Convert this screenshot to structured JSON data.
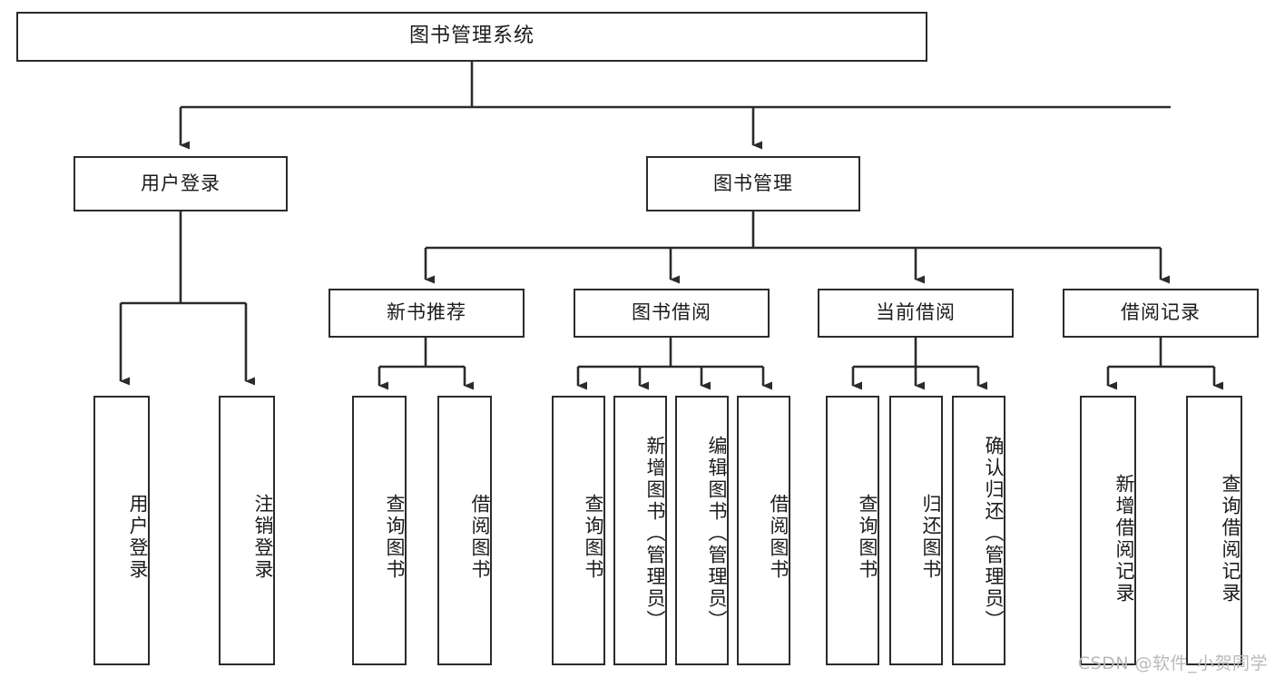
{
  "diagram": {
    "title": "图书管理系统",
    "type": "tree-hierarchy",
    "watermark": "CSDN @软件_小贺同学",
    "colors": {
      "stroke": "#2b2b2b",
      "fill": "#ffffff",
      "text": "#1b1b1b",
      "watermark": "#b9b9b9"
    },
    "levels": {
      "root": {
        "label": "图书管理系统"
      },
      "level2": [
        {
          "id": "user-login",
          "label": "用户登录"
        },
        {
          "id": "book-manage",
          "label": "图书管理"
        }
      ],
      "level3": [
        {
          "id": "new-book-rec",
          "label": "新书推荐",
          "parent": "book-manage"
        },
        {
          "id": "book-borrow",
          "label": "图书借阅",
          "parent": "book-manage"
        },
        {
          "id": "current-borrow",
          "label": "当前借阅",
          "parent": "book-manage"
        },
        {
          "id": "borrow-record",
          "label": "借阅记录",
          "parent": "book-manage"
        }
      ],
      "leaves": [
        {
          "id": "leaf-user-login",
          "label": "用户登录",
          "parent": "user-login"
        },
        {
          "id": "leaf-user-logout",
          "label": "注销登录",
          "parent": "user-login"
        },
        {
          "id": "leaf-query-book-1",
          "label": "查询图书",
          "parent": "new-book-rec"
        },
        {
          "id": "leaf-borrow-book-1",
          "label": "借阅图书",
          "parent": "new-book-rec"
        },
        {
          "id": "leaf-query-book-2",
          "label": "查询图书",
          "parent": "book-borrow"
        },
        {
          "id": "leaf-add-book",
          "label": "新增图书（管理员）",
          "parent": "book-borrow"
        },
        {
          "id": "leaf-edit-book",
          "label": "编辑图书（管理员）",
          "parent": "book-borrow"
        },
        {
          "id": "leaf-borrow-book-2",
          "label": "借阅图书",
          "parent": "book-borrow"
        },
        {
          "id": "leaf-query-book-3",
          "label": "查询图书",
          "parent": "current-borrow"
        },
        {
          "id": "leaf-return-book",
          "label": "归还图书",
          "parent": "current-borrow"
        },
        {
          "id": "leaf-confirm-return",
          "label": "确认归还（管理员）",
          "parent": "current-borrow"
        },
        {
          "id": "leaf-add-record",
          "label": "新增借阅记录",
          "parent": "borrow-record"
        },
        {
          "id": "leaf-query-record",
          "label": "查询借阅记录",
          "parent": "borrow-record"
        }
      ]
    }
  }
}
